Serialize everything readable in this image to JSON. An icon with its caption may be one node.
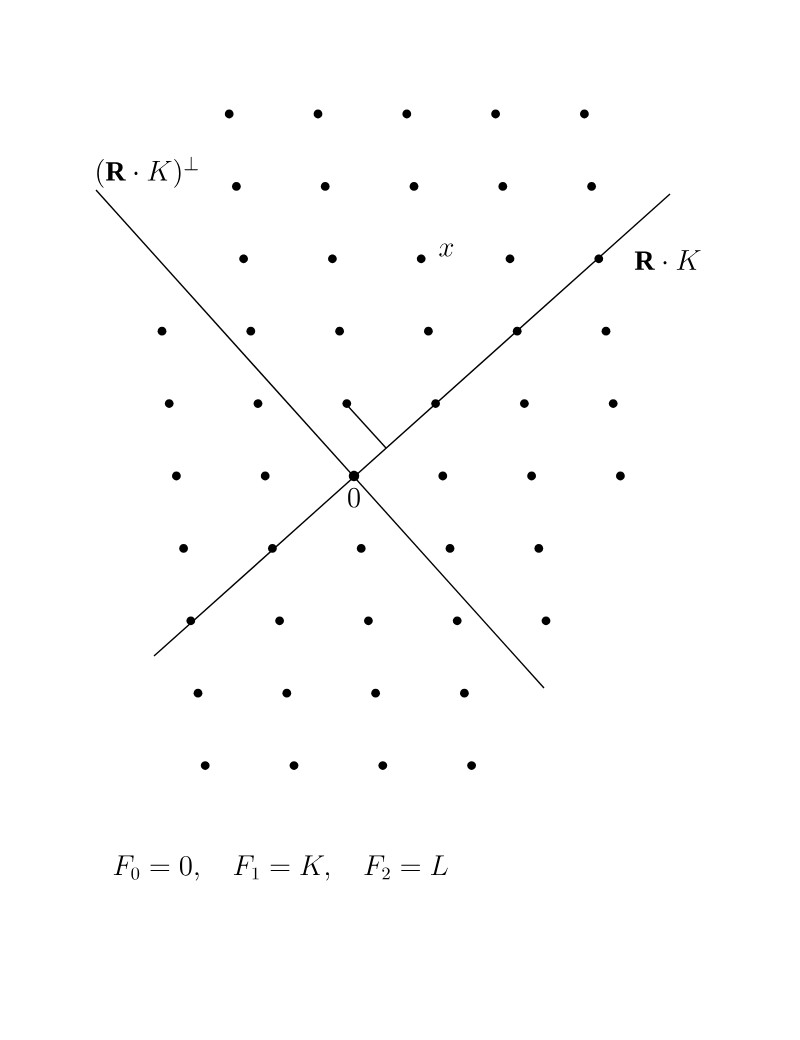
{
  "diagram": {
    "caption": "F_0 = 0,\\quad F_1 = K,\\quad F_2 = L",
    "labels": [
      "(\\mathbf{R}\\cdot K)^{\\perp}",
      "\\mathbf{R}\\cdot K",
      "x",
      "0"
    ]
  }
}
